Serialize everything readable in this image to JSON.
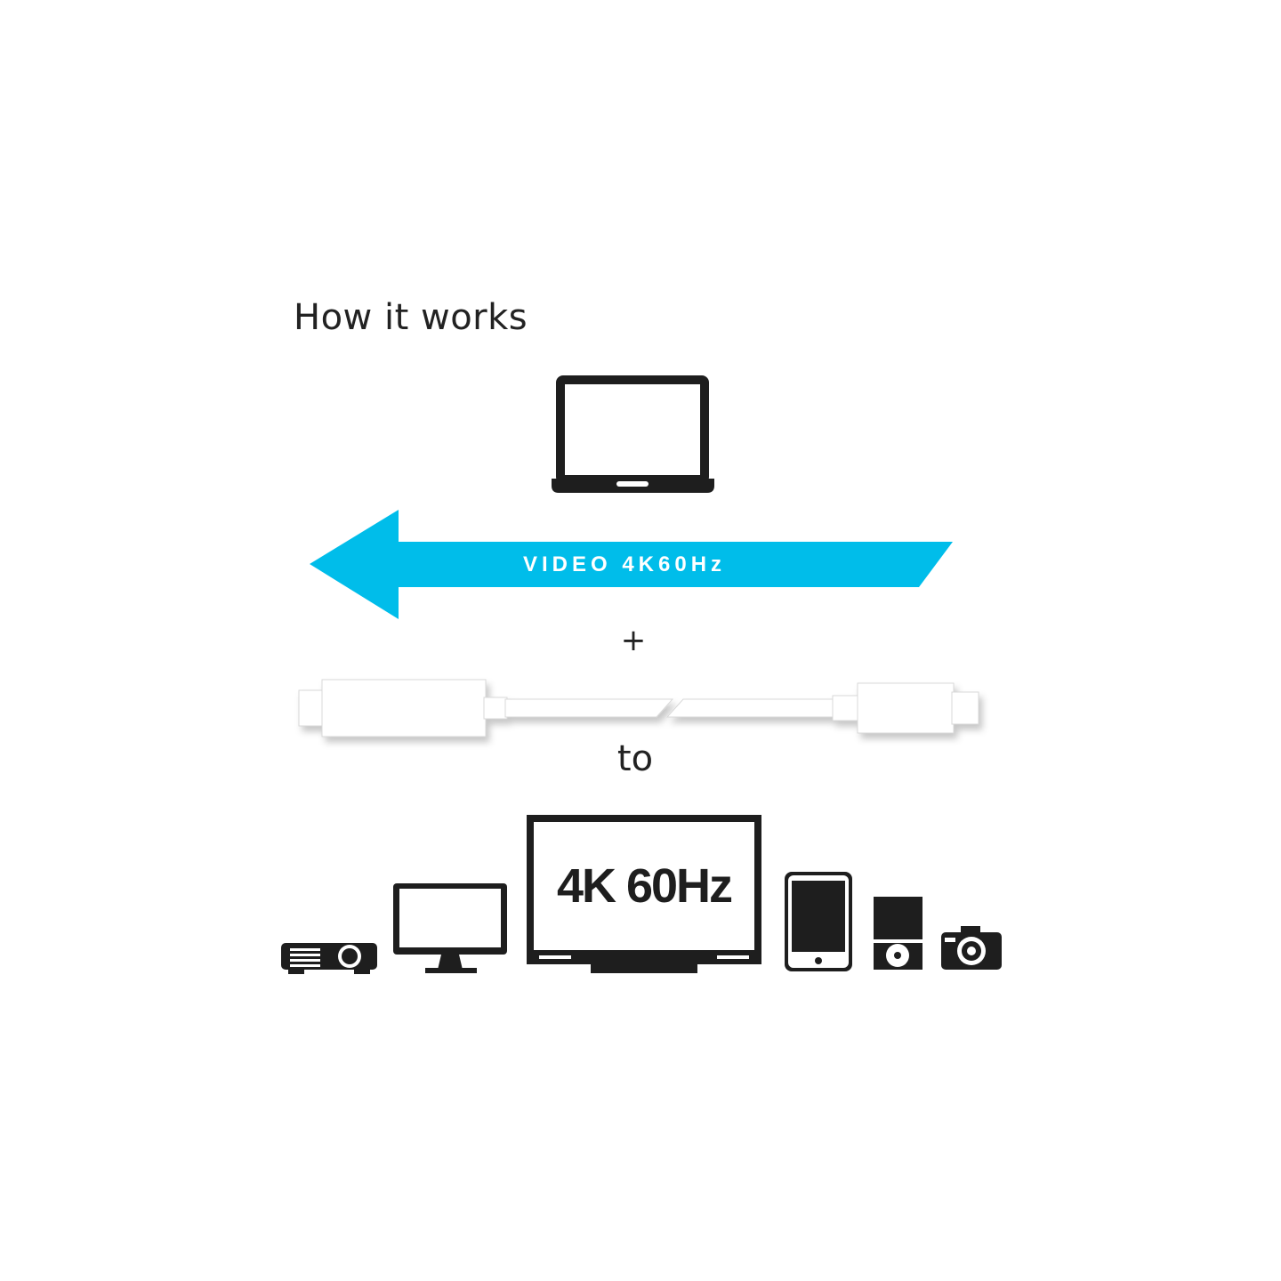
{
  "heading": "How it works",
  "arrow": {
    "label": "VIDEO 4K60Hz",
    "color": "#00bdea",
    "direction": "left"
  },
  "joiner_plus": "+",
  "joiner_to": "to",
  "source_device": {
    "icon": "laptop-icon"
  },
  "cable": {
    "icon": "cable-icon",
    "color": "#ffffff"
  },
  "tv_label": "4K 60Hz",
  "target_devices": [
    {
      "icon": "projector-icon"
    },
    {
      "icon": "monitor-icon"
    },
    {
      "icon": "tv-icon"
    },
    {
      "icon": "tablet-icon"
    },
    {
      "icon": "disc-player-icon"
    },
    {
      "icon": "camera-icon"
    }
  ],
  "colors": {
    "ink": "#1e1e1e",
    "text": "#222222",
    "background": "#ffffff"
  }
}
